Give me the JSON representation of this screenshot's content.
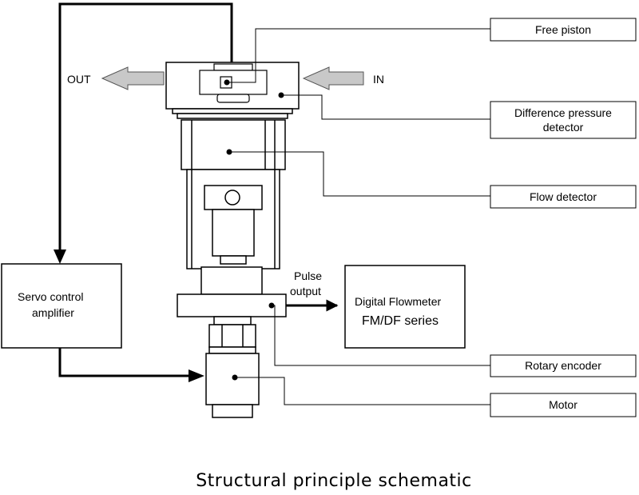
{
  "flow": {
    "out_label": "OUT",
    "in_label": "IN"
  },
  "callouts": {
    "free_piston": "Free piston",
    "diff_pressure_line1": "Difference pressure",
    "diff_pressure_line2": "detector",
    "flow_detector": "Flow detector",
    "rotary_encoder": "Rotary encoder",
    "motor": "Motor"
  },
  "servo": {
    "line1": "Servo control",
    "line2": "amplifier"
  },
  "pulse": {
    "line1": "Pulse",
    "line2": "output"
  },
  "flowmeter": {
    "line1": "Digital Flowmeter",
    "line2": "FM/DF series"
  },
  "caption": "Structural principle schematic",
  "colors": {
    "stroke": "#000000",
    "arrow_fill": "#c8c8c8",
    "background": "#ffffff"
  }
}
